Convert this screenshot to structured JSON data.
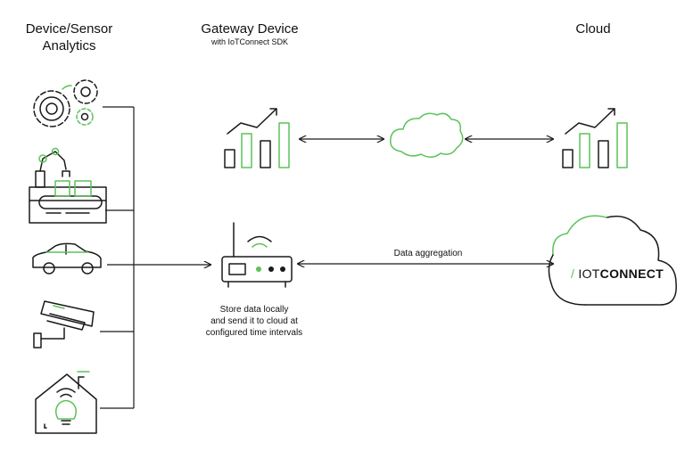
{
  "columns": {
    "device": {
      "title_line1": "Device/Sensor",
      "title_line2": "Analytics"
    },
    "gateway": {
      "title": "Gateway Device",
      "subtitle": "with IoTConnect SDK"
    },
    "cloud": {
      "title": "Cloud"
    }
  },
  "gateway_note": {
    "line1": "Store data locally",
    "line2": "and send it to cloud at",
    "line3": "configured time intervals"
  },
  "link_label": "Data aggregation",
  "cloud_logo": {
    "slash": "/",
    "iot": "IOT",
    "connect": "CONNECT"
  },
  "devices": [
    "gears",
    "robot-arm",
    "car",
    "security-camera",
    "smart-home"
  ],
  "colors": {
    "accent": "#5cc25a",
    "ink": "#1a1a1a"
  }
}
